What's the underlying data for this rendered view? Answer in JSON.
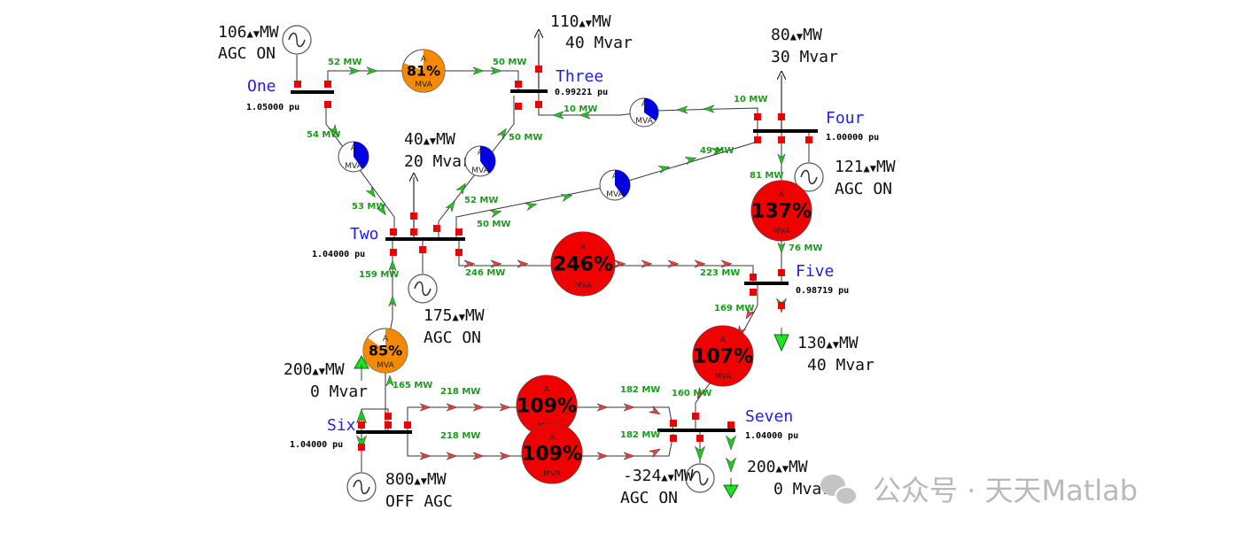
{
  "buses": [
    {
      "id": "one",
      "name": "One",
      "voltage": "1.05000 pu"
    },
    {
      "id": "two",
      "name": "Two",
      "voltage": "1.04000 pu"
    },
    {
      "id": "three",
      "name": "Three",
      "voltage": "0.99221 pu"
    },
    {
      "id": "four",
      "name": "Four",
      "voltage": "1.00000 pu"
    },
    {
      "id": "five",
      "name": "Five",
      "voltage": "0.98719 pu"
    },
    {
      "id": "six",
      "name": "Six",
      "voltage": "1.04000 pu"
    },
    {
      "id": "seven",
      "name": "Seven",
      "voltage": "1.04000 pu"
    }
  ],
  "generators": [
    {
      "id": "g1",
      "mw": "106",
      "status": "AGC ON"
    },
    {
      "id": "g2",
      "mw": "175",
      "status": "AGC ON"
    },
    {
      "id": "g4",
      "mw": "121",
      "status": "AGC ON"
    },
    {
      "id": "g6",
      "mw": "800",
      "status": "OFF AGC"
    },
    {
      "id": "g7",
      "mw": "-324",
      "status": "AGC ON"
    }
  ],
  "loads": [
    {
      "id": "l3",
      "mw": "110",
      "mvar": "40 Mvar"
    },
    {
      "id": "l2",
      "mw": "40",
      "mvar": "20 Mvar"
    },
    {
      "id": "l4",
      "mw": "80",
      "mvar": "30 Mvar"
    },
    {
      "id": "l5",
      "mw": "130",
      "mvar": "40 Mvar"
    },
    {
      "id": "l6",
      "mw": "200",
      "mvar": "0 Mvar"
    },
    {
      "id": "l7",
      "mw": "200",
      "mvar": "0 Mvar"
    }
  ],
  "units": {
    "mw": "MW",
    "mva": "MVA",
    "gauge_letter": "A"
  },
  "gauges": [
    {
      "id": "one-three",
      "percent": 81,
      "label": "81%",
      "status": "orange"
    },
    {
      "id": "one-two",
      "percent": 40,
      "label": "",
      "status": "blue"
    },
    {
      "id": "two-three",
      "percent": 40,
      "label": "",
      "status": "blue"
    },
    {
      "id": "three-four",
      "percent": 35,
      "label": "",
      "status": "blue"
    },
    {
      "id": "two-four",
      "percent": 40,
      "label": "",
      "status": "blue"
    },
    {
      "id": "four-five",
      "percent": 137,
      "label": "137%",
      "status": "red"
    },
    {
      "id": "two-five",
      "percent": 246,
      "label": "246%",
      "status": "red"
    },
    {
      "id": "two-six",
      "percent": 85,
      "label": "85%",
      "status": "orange"
    },
    {
      "id": "five-seven",
      "percent": 107,
      "label": "107%",
      "status": "red"
    },
    {
      "id": "six-seven-a",
      "percent": 109,
      "label": "109%",
      "status": "red"
    },
    {
      "id": "six-seven-b",
      "percent": 109,
      "label": "109%",
      "status": "red"
    }
  ],
  "flows": {
    "f52": "52",
    "f50a": "50",
    "f54": "54",
    "f53": "53",
    "f50b": "50",
    "f52b": "52",
    "f10a": "10",
    "f10b": "10",
    "f49": "49",
    "f50c": "50",
    "f81": "81",
    "f76": "76",
    "f246": "246",
    "f223": "223",
    "f159": "159",
    "f169": "169",
    "f165": "165",
    "f218a": "218",
    "f182a": "182",
    "f160": "160",
    "f218b": "218",
    "f182b": "182"
  },
  "colors": {
    "ok": "#1a9a1a",
    "overload": "#f00000",
    "warning": "#f58a00",
    "normal": "#0000e0",
    "bus_label": "#2020e8",
    "breaker": "#f00000"
  },
  "watermark": {
    "text": "公众号 · 天天Matlab"
  }
}
